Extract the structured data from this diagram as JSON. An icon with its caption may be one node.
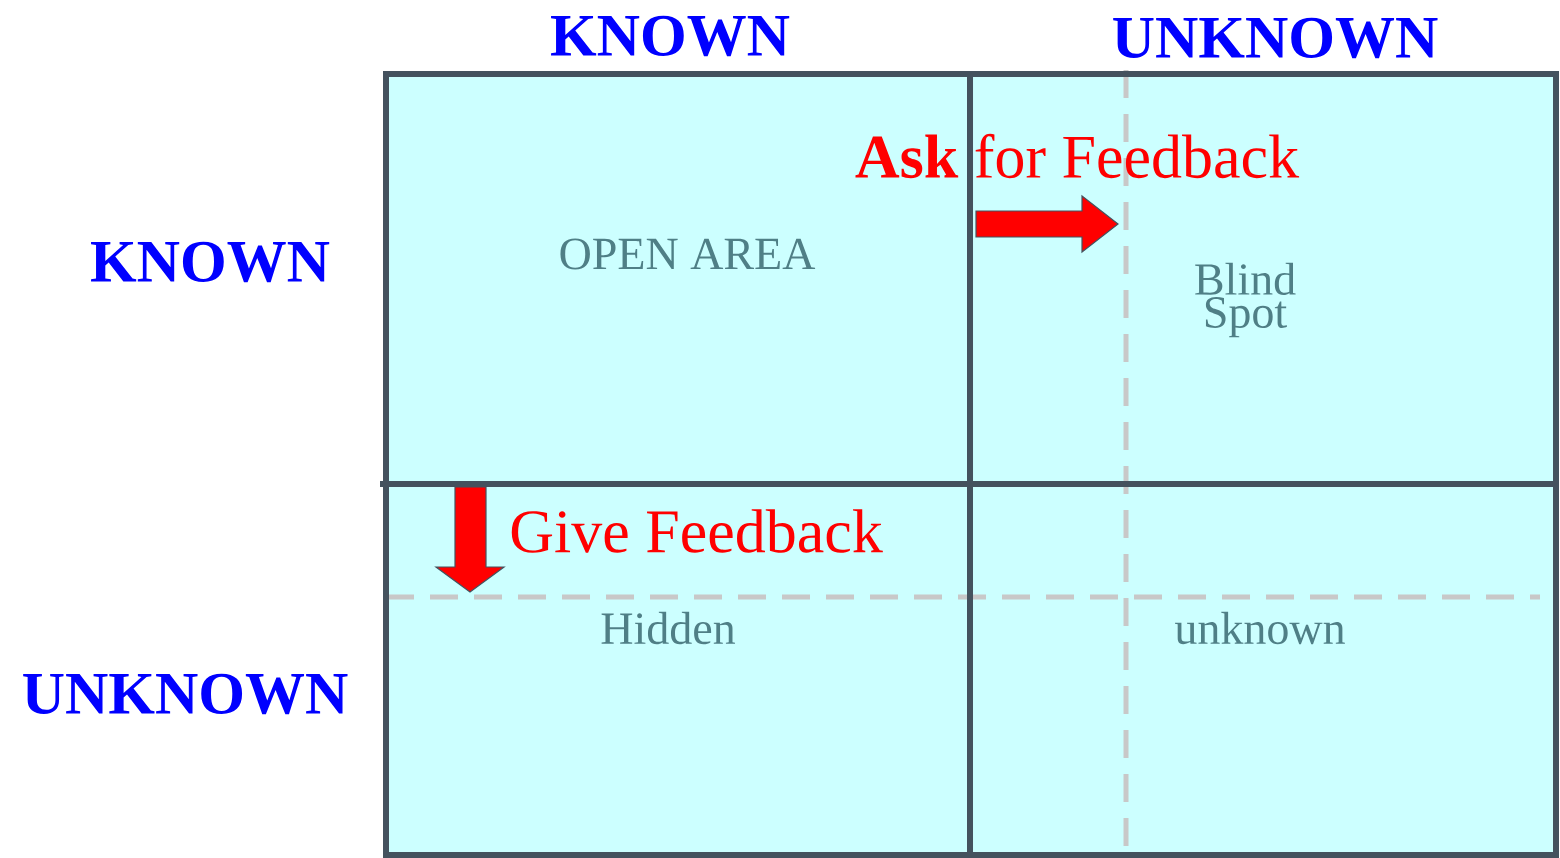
{
  "diagram": {
    "nodes": [
      {
        "text": [
          "OPEN AREA"
        ]
      },
      {
        "text": [
          "Blind Spot"
        ]
      },
      {
        "text": [
          "Hidden"
        ]
      },
      {
        "text": [
          "unknown"
        ]
      }
    ],
    "labels": [
      "KNOWN",
      "UNKNOWN",
      "KNOWN",
      "UNKNOWN",
      "**Ask** for Feedback",
      "Give Feedback"
    ]
  }
}
